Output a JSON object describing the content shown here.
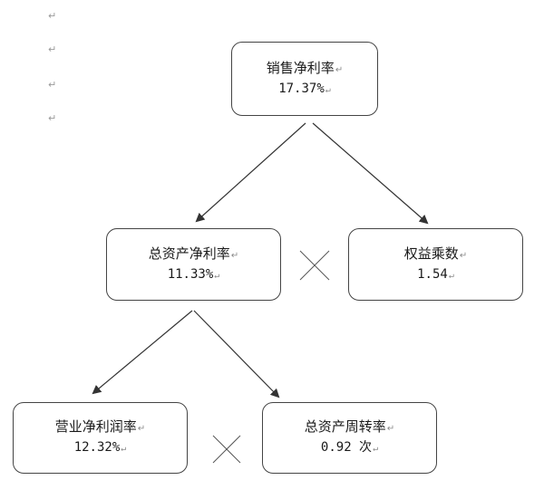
{
  "paragraph_marks": [
    "↵",
    "↵",
    "↵",
    "↵"
  ],
  "nodes": {
    "net_profit_rate": {
      "label": "销售净利率",
      "value": "17.37%"
    },
    "total_asset_net_profit_rate": {
      "label": "总资产净利率",
      "value": "11.33%"
    },
    "equity_multiplier": {
      "label": "权益乘数",
      "value": "1.54"
    },
    "operating_net_profit_margin": {
      "label": "营业净利润率",
      "value": "12.32%"
    },
    "total_asset_turnover": {
      "label": "总资产周转率",
      "value": "0.92 次"
    }
  },
  "end_mark": "↵",
  "colors": {
    "border": "#444444",
    "line": "#333333",
    "multiply_sign": "#555555"
  }
}
